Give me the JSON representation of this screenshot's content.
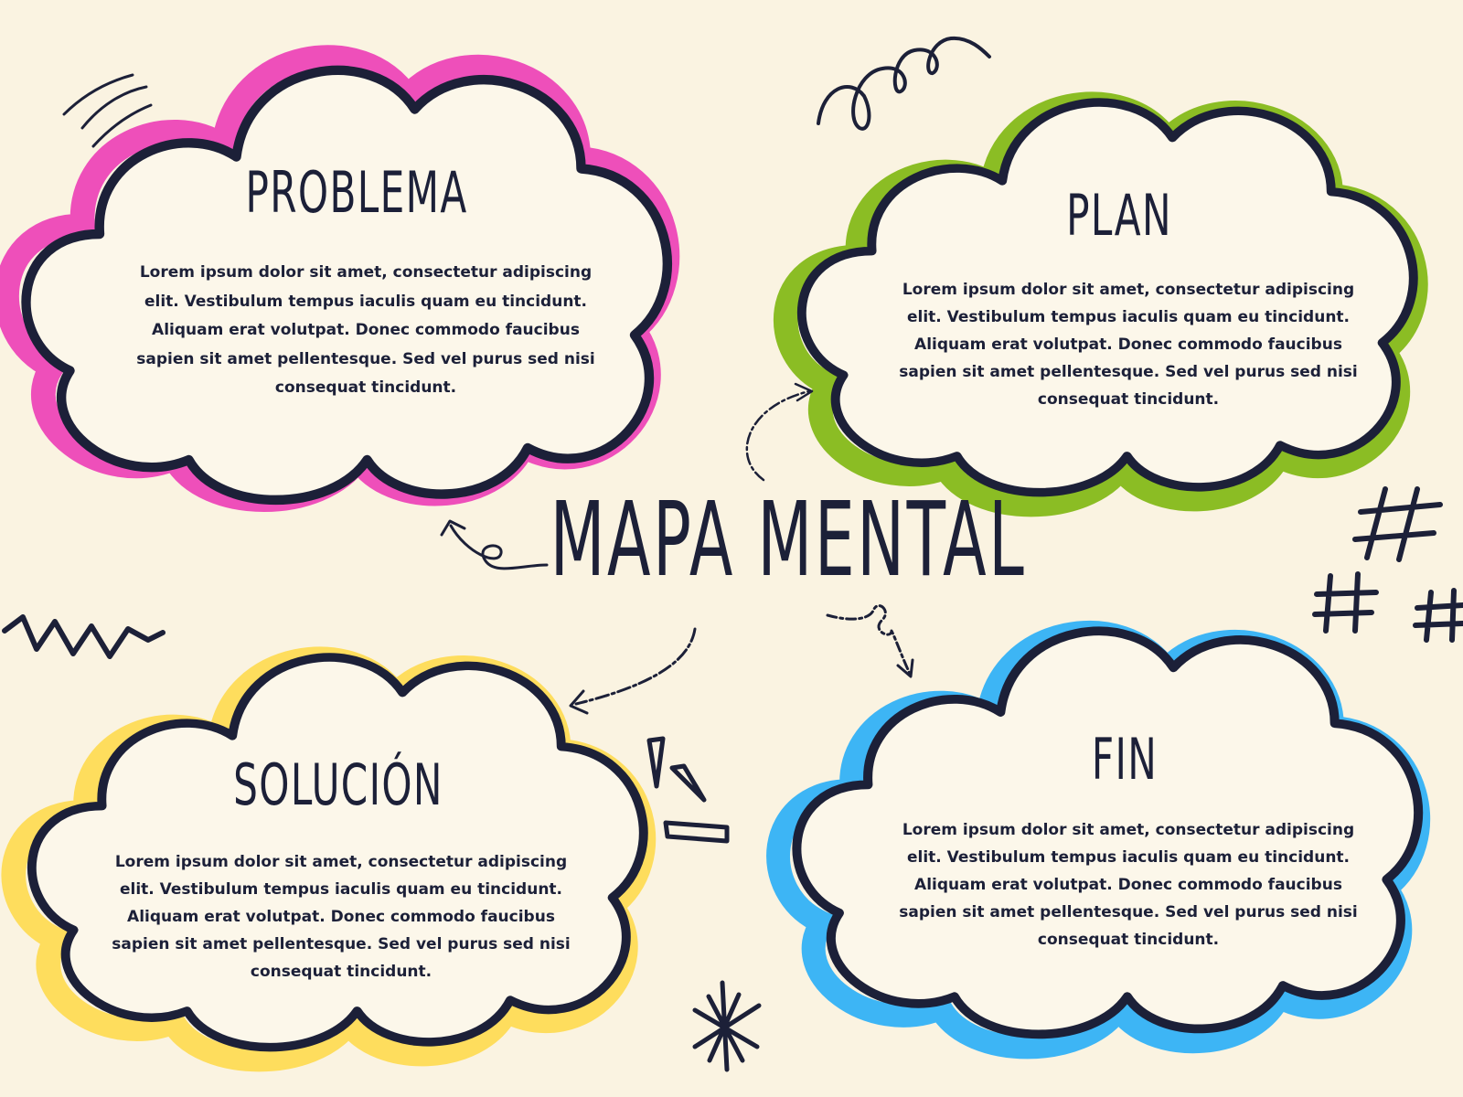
{
  "title": "MAPA MENTAL",
  "colors": {
    "background": "#faf3e1",
    "ink": "#1c2038",
    "problema": "#ee4fba",
    "plan": "#8bbd24",
    "solucion": "#fedd5d",
    "fin": "#3db5f5"
  },
  "clouds": [
    {
      "title": "PROBLEMA",
      "body": "Lorem ipsum dolor sit amet, consectetur adipiscing elit. Vestibulum tempus iaculis quam eu tincidunt. Aliquam erat volutpat. Donec commodo faucibus sapien sit amet pellentesque. Sed vel purus sed nisi consequat tincidunt."
    },
    {
      "title": "PLAN",
      "body": "Lorem ipsum dolor sit amet, consectetur adipiscing elit. Vestibulum tempus iaculis quam eu tincidunt. Aliquam erat volutpat. Donec commodo faucibus sapien sit amet pellentesque. Sed vel purus sed nisi consequat tincidunt."
    },
    {
      "title": "SOLUCIÓN",
      "body": "Lorem ipsum dolor sit amet, consectetur adipiscing elit. Vestibulum tempus iaculis quam eu tincidunt. Aliquam erat volutpat. Donec commodo faucibus sapien sit amet pellentesque. Sed vel purus sed nisi consequat tincidunt."
    },
    {
      "title": "FIN",
      "body": "Lorem ipsum dolor sit amet, consectetur adipiscing elit. Vestibulum tempus iaculis quam eu tincidunt. Aliquam erat volutpat. Donec commodo faucibus sapien sit amet pellentesque. Sed vel purus sed nisi consequat tincidunt."
    }
  ]
}
